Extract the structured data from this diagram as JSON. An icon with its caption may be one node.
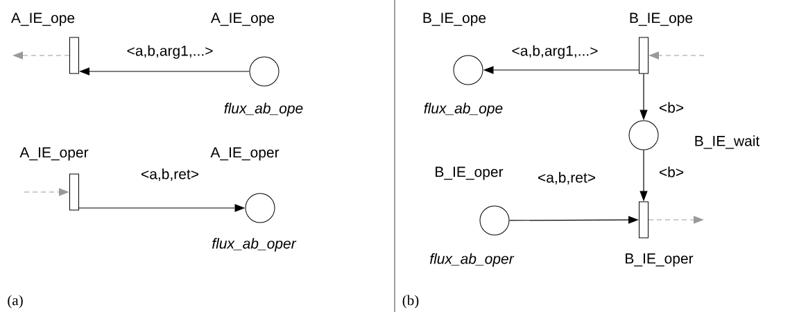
{
  "diagram": {
    "nodes": [
      {
        "text": [
          "A_IE_ope"
        ]
      },
      {
        "text": [
          "A_IE_ope"
        ],
        "beside": [
          "flux_ab_ope"
        ]
      },
      {
        "text": [
          "A_IE_oper"
        ]
      },
      {
        "text": [
          "A_IE_oper"
        ],
        "beside": [
          "flux_ab_oper"
        ]
      },
      {
        "text": [
          "B_IE_ope"
        ],
        "beside": [
          "flux_ab_ope"
        ]
      },
      {
        "text": [
          "B_IE_ope"
        ]
      },
      {
        "text": [
          "B_IE_wait"
        ]
      },
      {
        "text": [
          "B_IE_oper"
        ],
        "beside": [
          "flux_ab_oper"
        ]
      },
      {
        "text": [
          "B_IE_oper"
        ]
      }
    ],
    "edges": [
      {
        "from": 1,
        "to": 0,
        "arrow": "to",
        "label": "<a,b,arg1,...>"
      },
      {
        "from": 0,
        "to": null,
        "arrow": "to",
        "style": "dashed",
        "color": "#999999"
      },
      {
        "from": null,
        "to": 2,
        "arrow": "to",
        "style": "dashed",
        "color": "#999999"
      },
      {
        "from": 2,
        "to": 3,
        "arrow": "to",
        "label": "<a,b,ret>"
      },
      {
        "from": 5,
        "to": 4,
        "arrow": "to",
        "label": "<a,b,arg1,...>"
      },
      {
        "from": null,
        "to": 5,
        "arrow": "to",
        "style": "dashed",
        "color": "#999999"
      },
      {
        "from": 5,
        "to": 6,
        "arrow": "to",
        "label": "<b>"
      },
      {
        "from": 6,
        "to": 8,
        "arrow": "to",
        "label": "<b>"
      },
      {
        "from": 7,
        "to": 8,
        "arrow": "to",
        "label": "<a,b,ret>"
      },
      {
        "from": 8,
        "to": null,
        "arrow": "to",
        "style": "dashed",
        "color": "#999999"
      }
    ],
    "labels": [
      "(a)",
      "(b)"
    ]
  }
}
